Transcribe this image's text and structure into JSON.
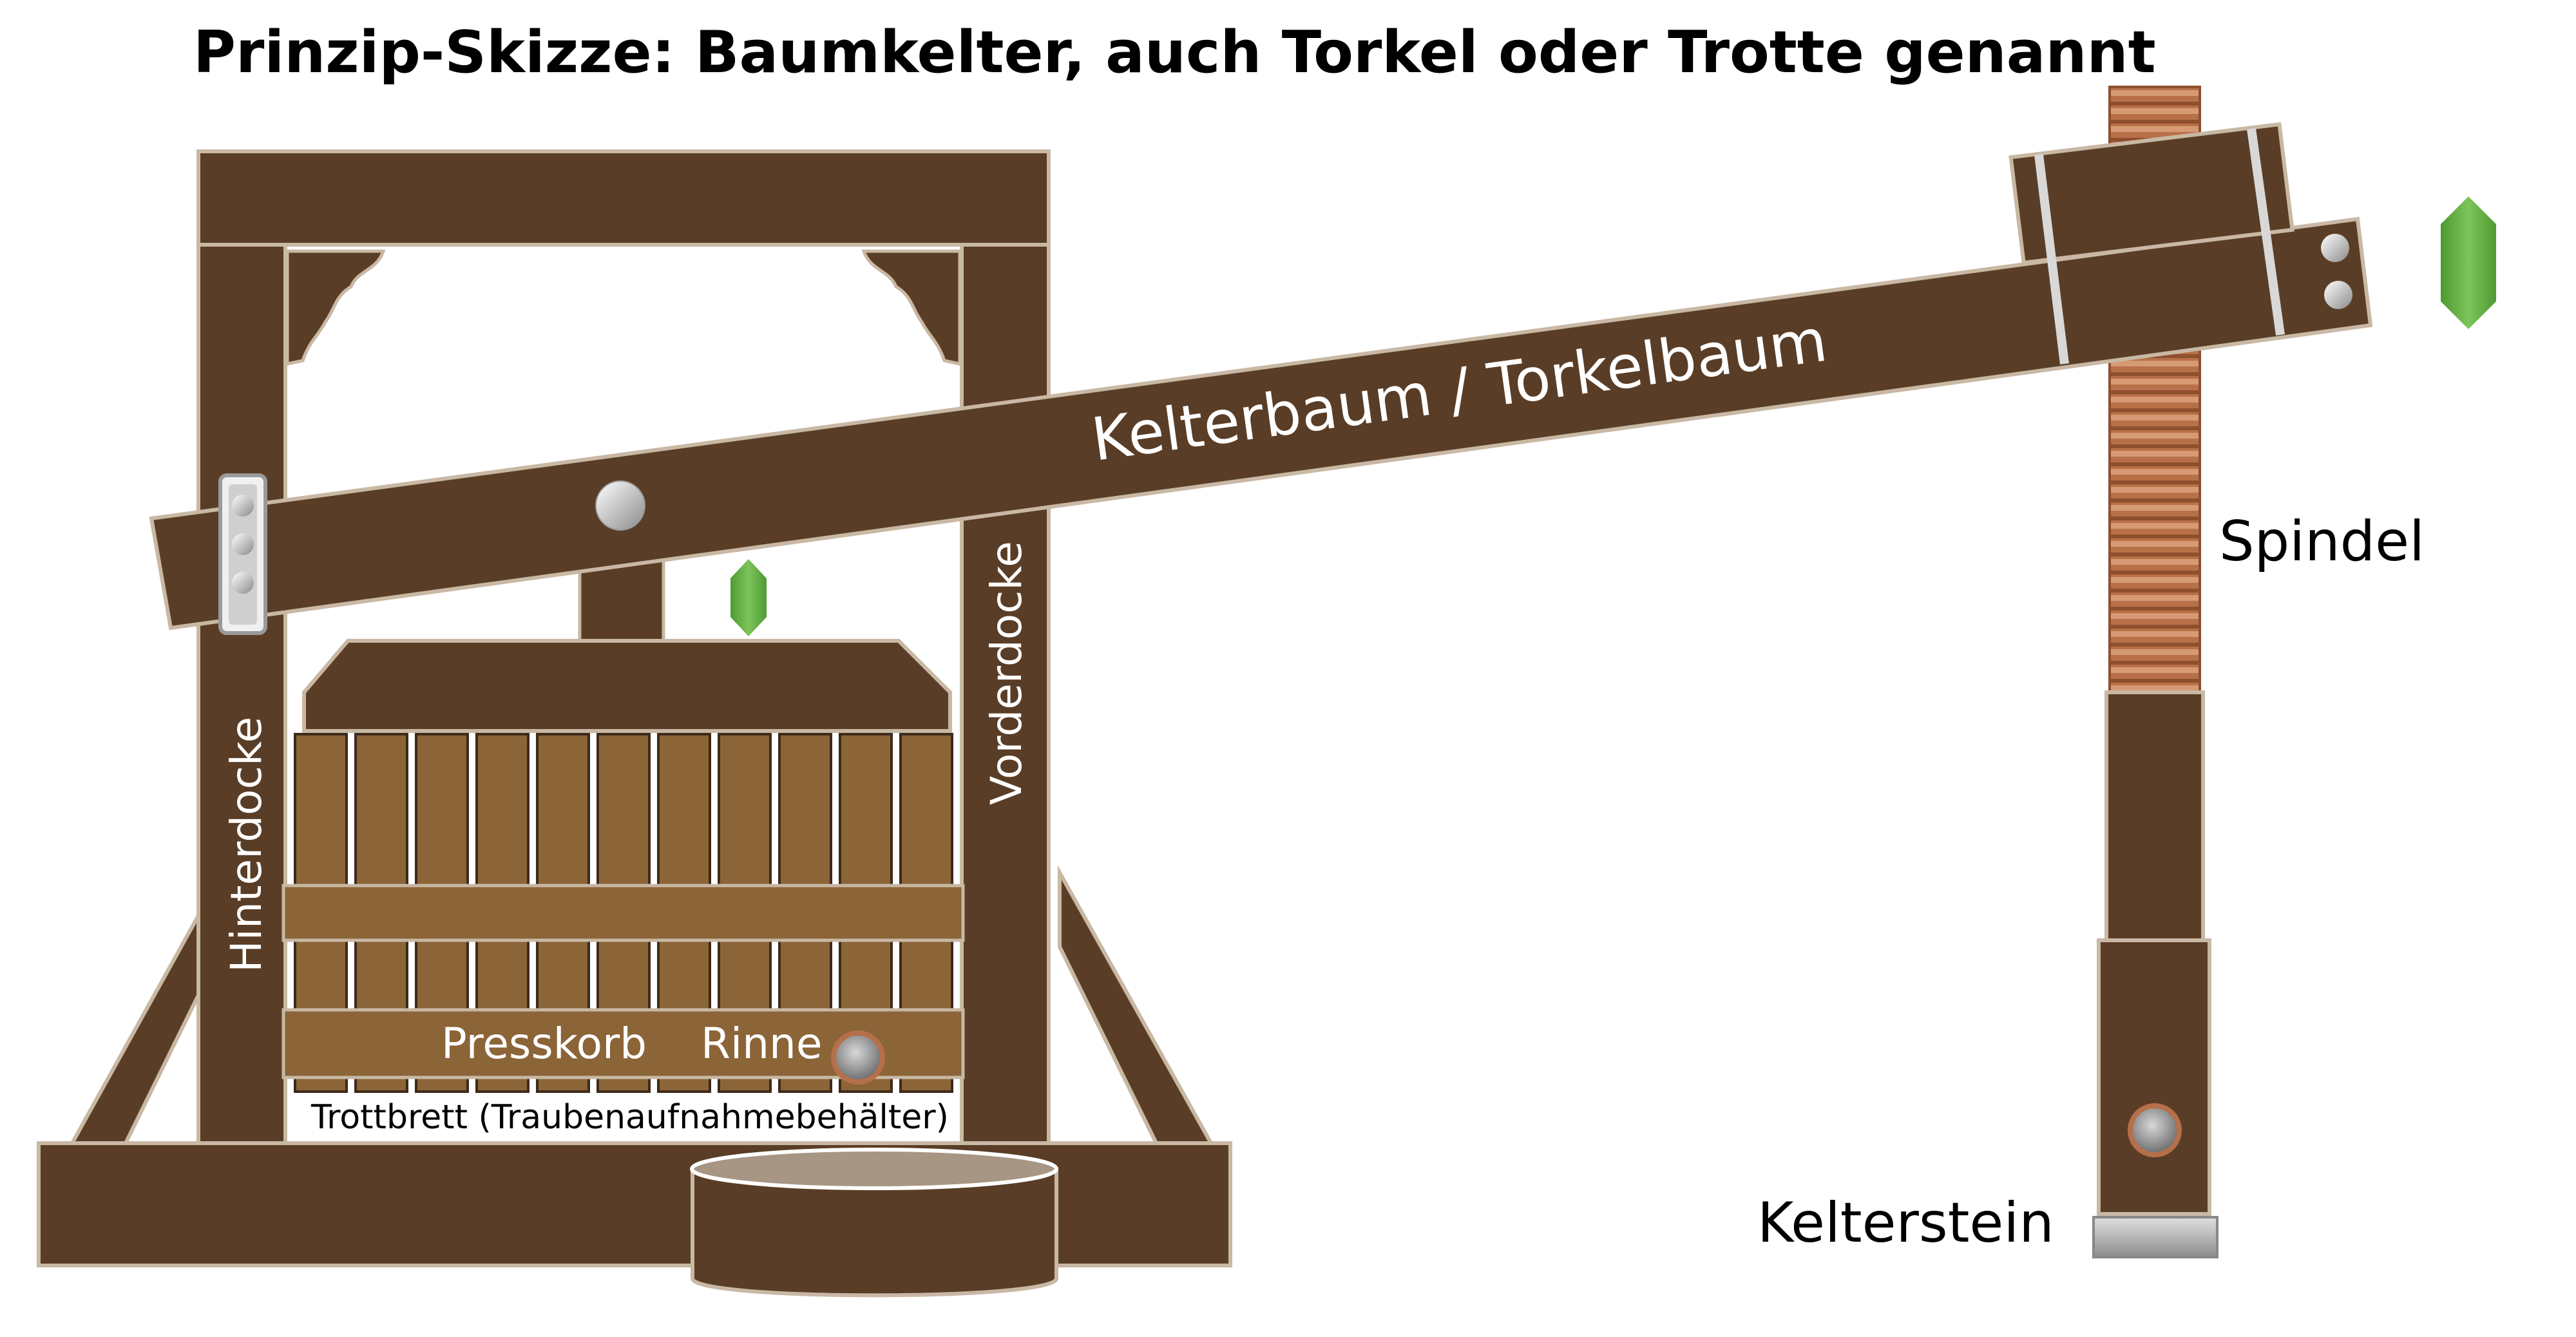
{
  "title": "Prinzip-Skizze: Baumkelter, auch Torkel oder Trotte genannt",
  "labels": {
    "kelterbaum": "Kelterbaum / Torkelbaum",
    "spindel": "Spindel",
    "kelterstein": "Kelterstein",
    "hinterdocke": "Hinterdocke",
    "vorderdocke": "Vorderdocke",
    "presskorb": "Presskorb",
    "rinne": "Rinne",
    "trottbrett": "Trottbrett (Traubenaufnahmebehälter)"
  },
  "colors": {
    "wood_dark": "#5a3d26",
    "wood_light": "#8b6438",
    "copper": "#b5704a",
    "metal": "#c9c9c9",
    "green_arrow": "#5fae3e",
    "basin_top": "#a79684",
    "text_on_wood": "#ffffff",
    "text": "#000000"
  },
  "icons": {
    "motion_arrow": "double-headed-vertical-arrow-icon",
    "bolt": "bolt-icon",
    "pivot": "pivot-pin-icon"
  }
}
